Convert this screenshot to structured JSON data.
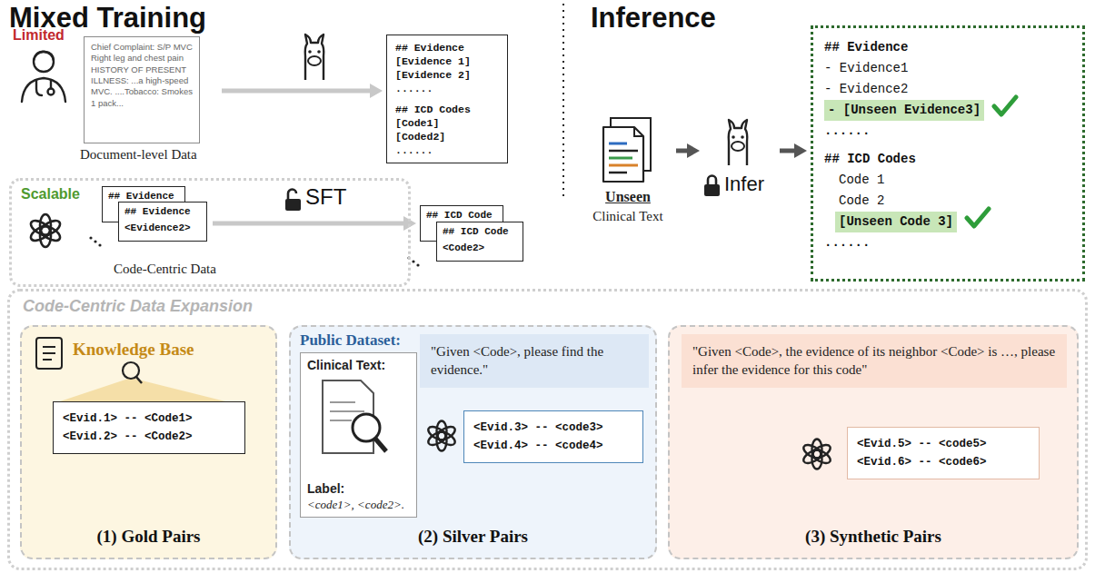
{
  "diagram": {
    "nodes": [
      {
        "text": [
          "Chief Complaint: S/P MVC Right leg and chest pain HISTORY OF PRESENT ILLNESS: ...a high-speed MVC. ....Tobacco: Smokes 1 pack...",
          "Document-level Data"
        ]
      },
      {
        "text": [
          "## Evidence",
          "[Evidence 1]",
          "[Evidence 2]",
          "......",
          "## ICD Codes",
          "[Code1]",
          "[Coded2]",
          "......"
        ]
      },
      {
        "text": [
          "Scalable",
          "Code-Centric Data"
        ]
      },
      {
        "text": [
          "## Evidence",
          "## Evidence",
          "<Evidence2>"
        ],
        "in": 2
      },
      {
        "text": [
          "## ICD Code",
          "## ICD Code",
          "<Code2>"
        ]
      },
      {
        "text": [
          "Unseen",
          "Clinical Text"
        ]
      },
      {
        "text": [
          "Infer"
        ]
      },
      {
        "text": [
          "## Evidence",
          "- Evidence1",
          "- Evidence2",
          "- [Unseen Evidence3]",
          "......",
          "## ICD Codes",
          "Code 1",
          "Code 2",
          "[Unseen Code 3]",
          "......"
        ]
      },
      {
        "text": [
          "Code-Centric Data Expansion"
        ]
      },
      {
        "text": [
          "Knowledge Base",
          "(1) Gold Pairs"
        ],
        "in": 8
      },
      {
        "text": [
          "<Evid.1> -- <Code1>",
          "<Evid.2> -- <Code2>"
        ],
        "in": 9
      },
      {
        "text": [
          "Public Dataset:",
          "(2) Silver Pairs"
        ],
        "in": 8
      },
      {
        "text": [
          "Clinical Text:",
          "Label:",
          "<code1>, <code2>."
        ],
        "in": 11
      },
      {
        "text": [
          "\"Given <Code>, please find the evidence.\""
        ],
        "in": 11
      },
      {
        "text": [
          "<Evid.3> -- <code3>",
          "<Evid.4> -- <code4>"
        ],
        "in": 11
      },
      {
        "text": [
          "(3) Synthetic Pairs"
        ],
        "in": 8
      },
      {
        "text": [
          "\"Given <Code>, the evidence of its neighbor <Code> is …, please infer the evidence for this code\""
        ],
        "in": 15
      },
      {
        "text": [
          "<Evid.5> -- <code5>",
          "<Evid.6> -- <code6>"
        ],
        "in": 15
      }
    ],
    "edges": [
      {
        "from": 0,
        "to": 1,
        "arrow": "to"
      },
      {
        "from": 3,
        "to": 4,
        "arrow": "to"
      },
      {
        "from": 5,
        "to": 6,
        "arrow": "to"
      },
      {
        "from": 6,
        "to": 7,
        "arrow": "to"
      }
    ],
    "labels": [
      "Mixed Training",
      "Inference",
      "Limited",
      "SFT"
    ]
  }
}
